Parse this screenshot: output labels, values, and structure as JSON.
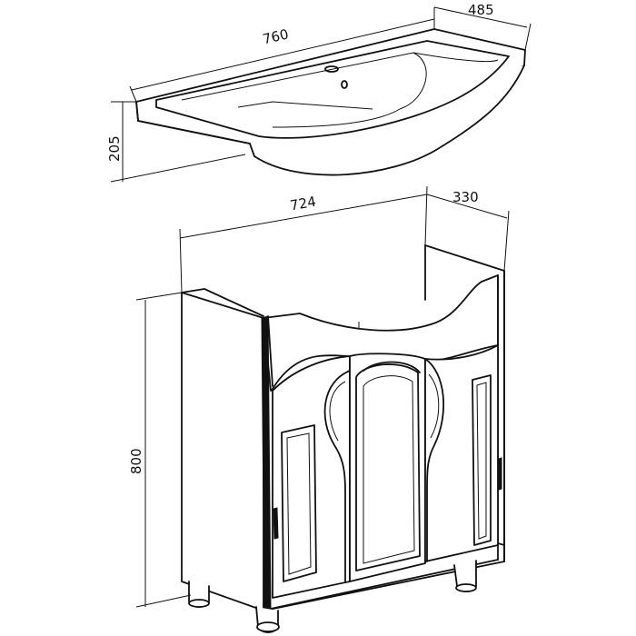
{
  "basin": {
    "width_label": "760",
    "depth_label": "485",
    "height_label": "205"
  },
  "cabinet": {
    "width_label": "724",
    "depth_label": "330",
    "height_label": "800"
  },
  "colors": {
    "line": "#111111",
    "background": "#ffffff"
  }
}
